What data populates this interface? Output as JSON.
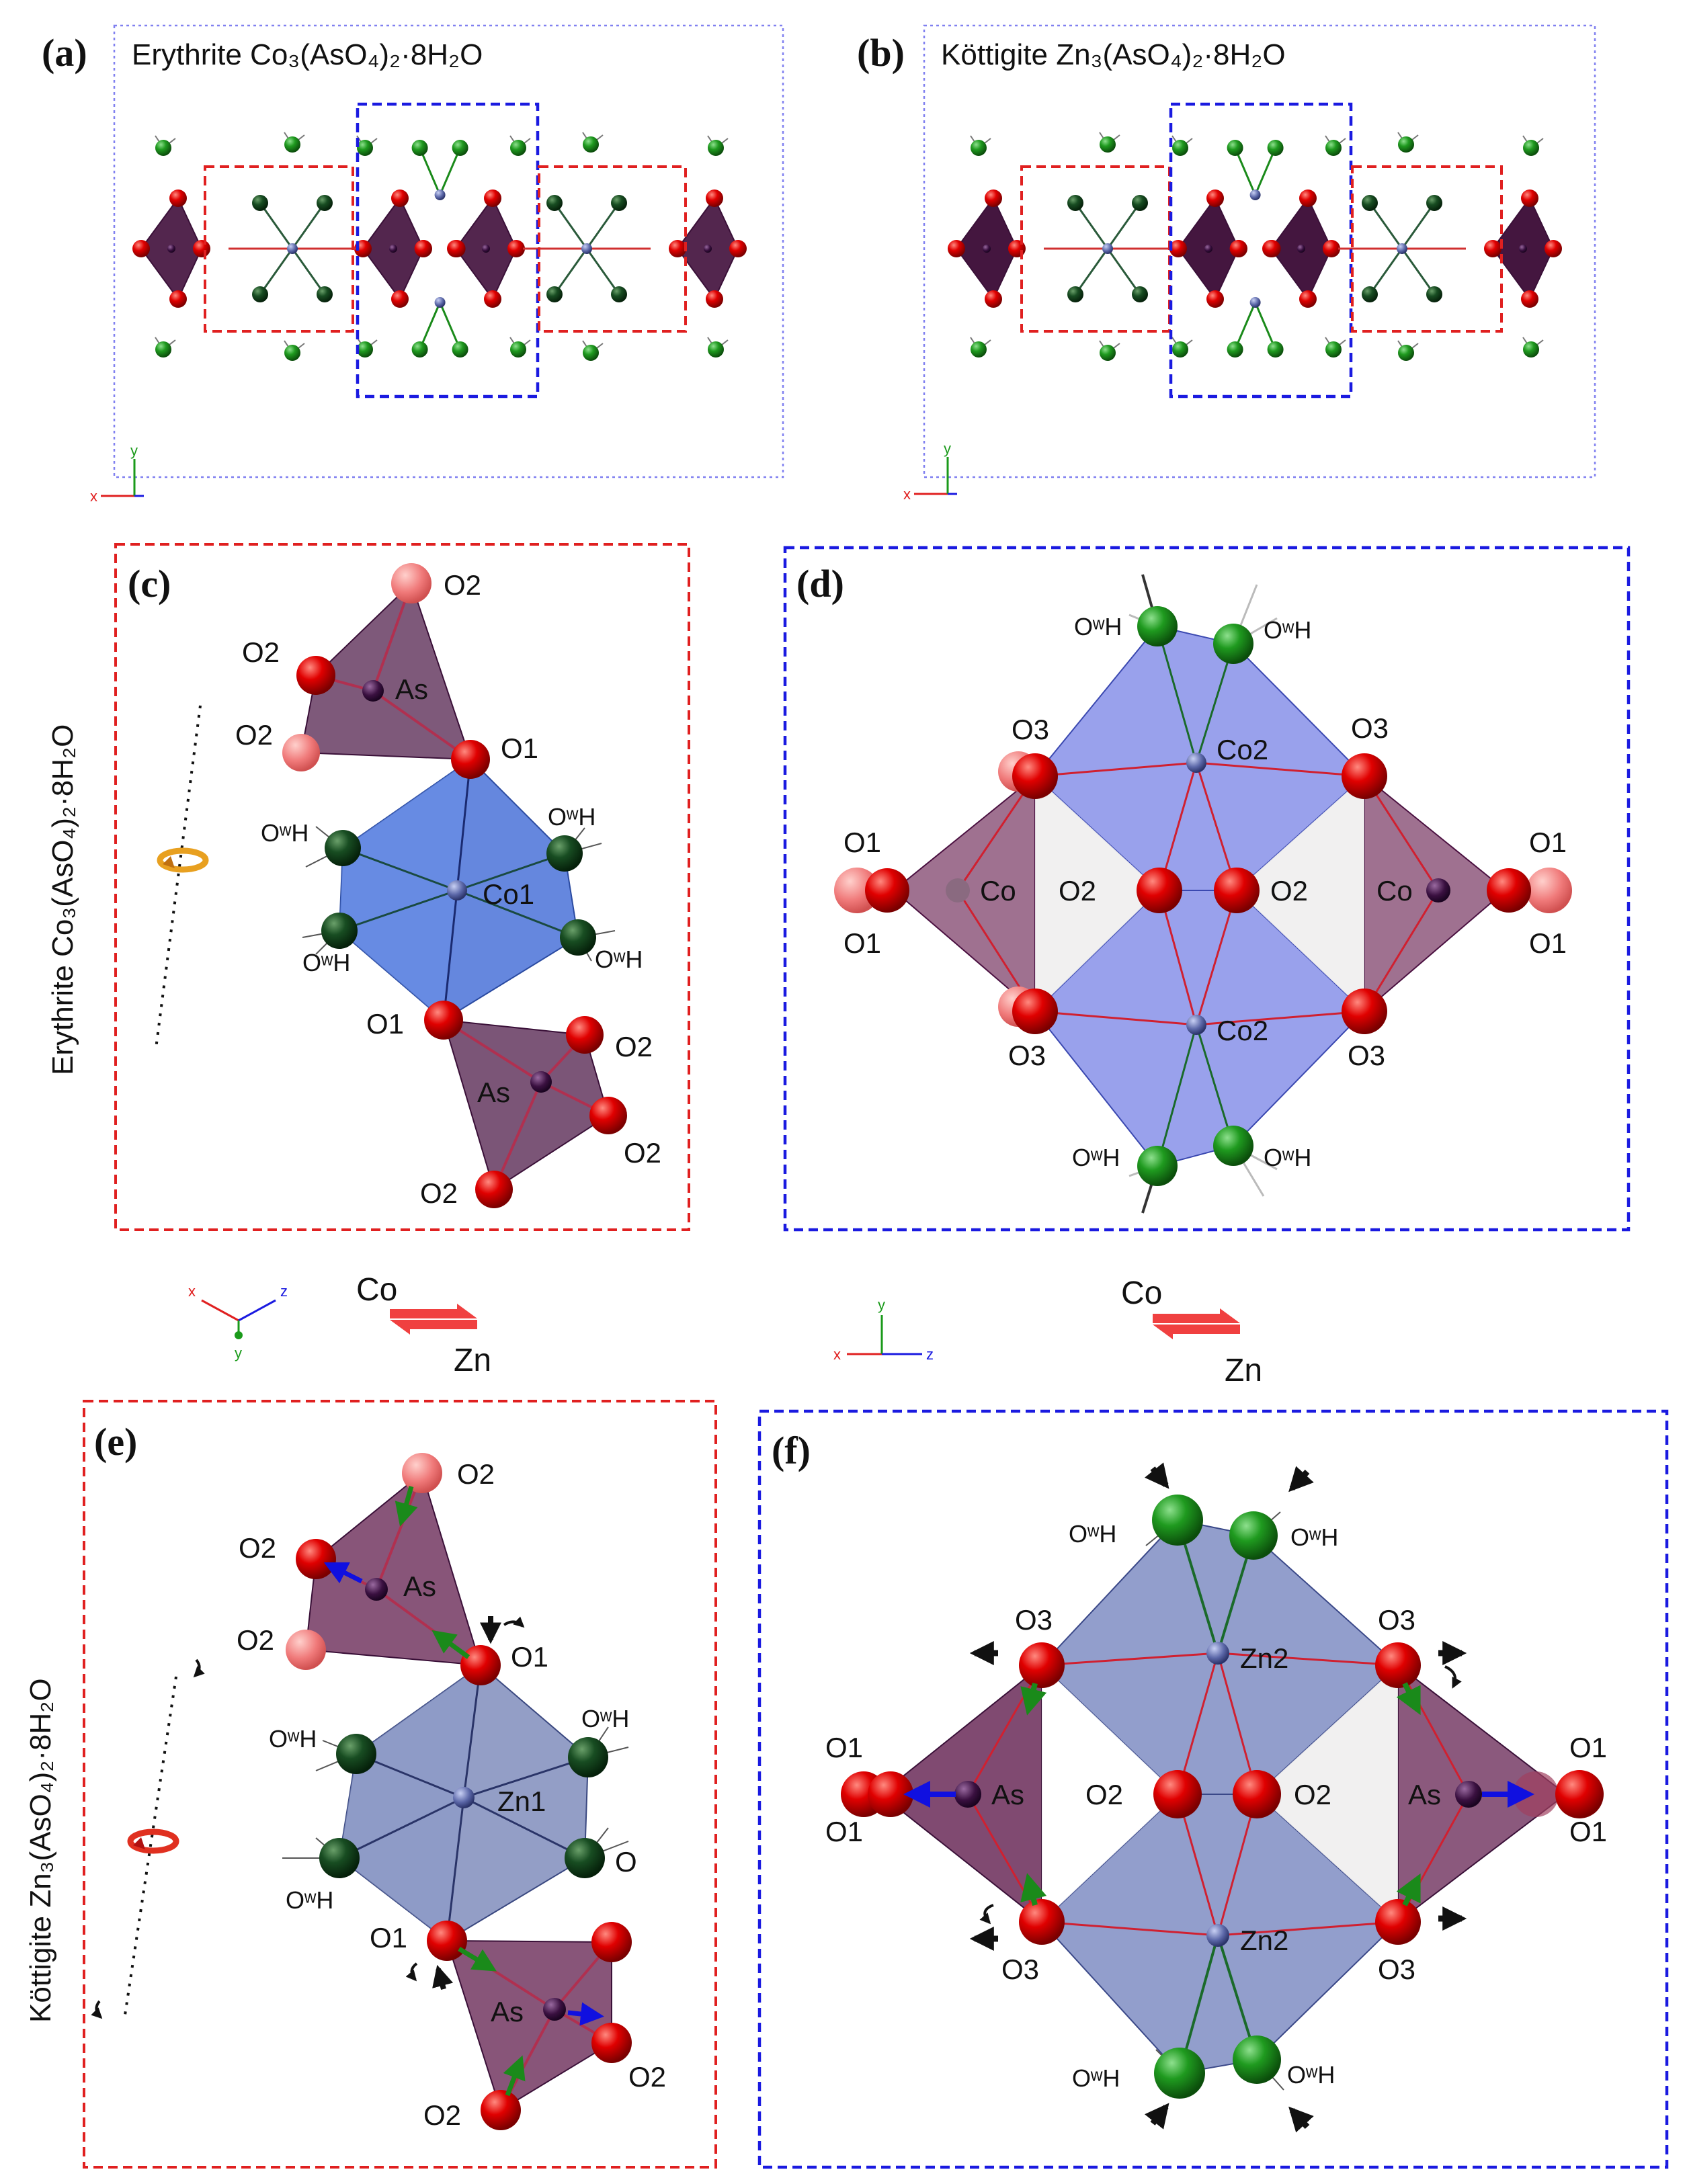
{
  "panels": {
    "a": {
      "letter": "(a)",
      "title": "Erythrite Co₃(AsO₄)₂·8H₂O"
    },
    "b": {
      "letter": "(b)",
      "title": "Köttigite Zn₃(AsO₄)₂·8H₂O"
    },
    "c": {
      "letter": "(c)"
    },
    "d": {
      "letter": "(d)"
    },
    "e": {
      "letter": "(e)"
    },
    "f": {
      "letter": "(f)"
    }
  },
  "side_labels": {
    "erythrite": "Erythrite Co₃(AsO₄)₂·8H₂O",
    "kottigite": "Köttigite Zn₃(AsO₄)₂·8H₂O"
  },
  "swap": {
    "top": "Co",
    "bottom": "Zn"
  },
  "axes": {
    "x": "x",
    "y": "y",
    "z": "z"
  },
  "atoms": {
    "As": "As",
    "Co": "Co",
    "Co1": "Co1",
    "Co2": "Co2",
    "Zn1": "Zn1",
    "Zn2": "Zn2",
    "O1": "O1",
    "O2": "O2",
    "O3": "O3",
    "O": "O",
    "OwH": "OʷH"
  },
  "colors": {
    "oxygen": "#e00000",
    "water_oxygen_light": "#1a8a1a",
    "water_oxygen_dark": "#0e4a1a",
    "metal": "#6a76b8",
    "arsenic": "#3a1040",
    "tetrahedron": "#5a2a55",
    "octahedron_co": "#5a78d8",
    "octahedron_zn": "#6a78b0",
    "frame_red": "#e02020",
    "frame_blue": "#1a1ae0",
    "shift_green": "#1a8a1a",
    "shift_blue": "#1010e0"
  }
}
